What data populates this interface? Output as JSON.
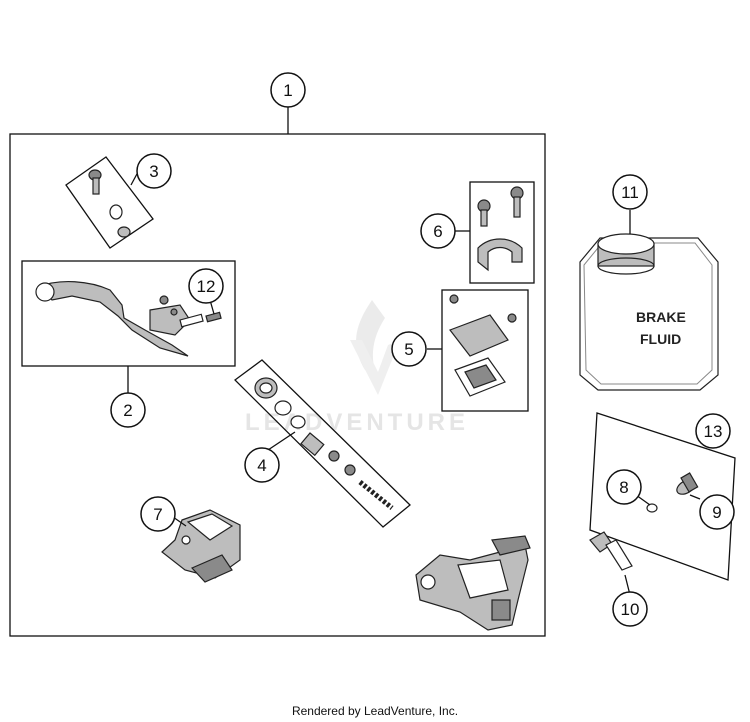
{
  "callouts": {
    "c1": "1",
    "c2": "2",
    "c3": "3",
    "c4": "4",
    "c5": "5",
    "c6": "6",
    "c7": "7",
    "c8": "8",
    "c9": "9",
    "c10": "10",
    "c11": "11",
    "c12": "12",
    "c13": "13"
  },
  "bottle_label": {
    "line1": "BRAKE",
    "line2": "FLUID"
  },
  "watermark": "LEADVENTURE",
  "footer": "Rendered by LeadVenture, Inc."
}
